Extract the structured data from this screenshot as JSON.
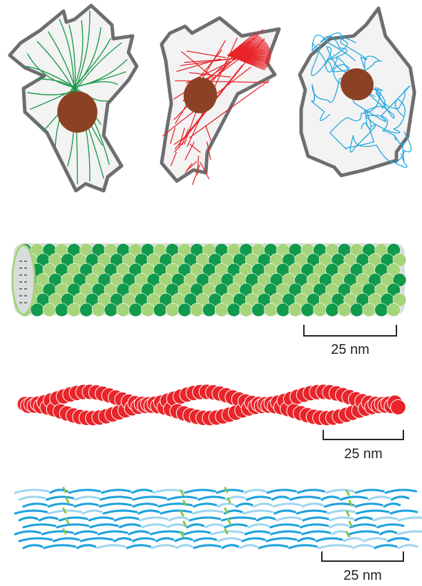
{
  "figure": {
    "colors": {
      "cell_outline": "#6d6e70",
      "cell_fill": "#f3f3f3",
      "nucleus": "#8b4224",
      "microtubule": "#1e9a4a",
      "actin": "#e8252a",
      "intermediate": "#1fa7e0",
      "tubulin_light": "#a6d47a",
      "tubulin_dark": "#119a4c",
      "lumen": "#d9dcdc",
      "actin_monomer": "#e8252a",
      "filament_blue": "#1fa3dc",
      "filament_pale": "#9fd6ef",
      "filament_green": "#8cc63f"
    },
    "cells": [
      {
        "name": "microtubule-cell",
        "filament": "microtubule"
      },
      {
        "name": "actin-cell",
        "filament": "actin"
      },
      {
        "name": "intermediate-cell",
        "filament": "intermediate"
      }
    ],
    "scale_bars": [
      {
        "name": "microtubule-scale",
        "label": "25 nm"
      },
      {
        "name": "actin-scale",
        "label": "25 nm"
      },
      {
        "name": "intermediate-scale",
        "label": "25 nm"
      }
    ]
  }
}
